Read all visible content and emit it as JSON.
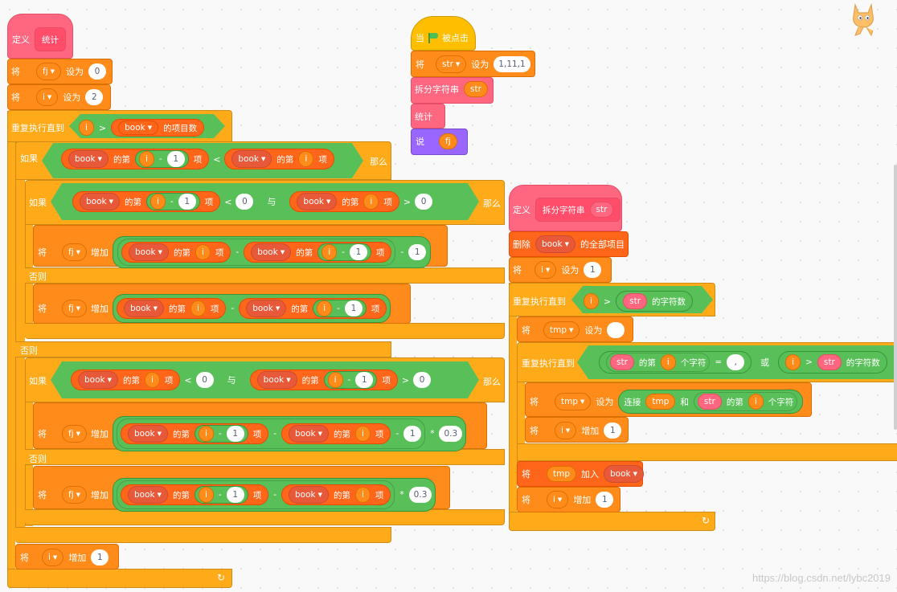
{
  "colors": {
    "events": "#ffbf00",
    "variables": "#ff8c1a",
    "custom": "#ff6680",
    "control": "#ffab19",
    "operators": "#59c059",
    "list": "#ff661a",
    "looks": "#9966ff"
  },
  "script_define_stat": {
    "define_label": "定义",
    "name": "统计",
    "set1": {
      "cmd": "将",
      "var": "fj",
      "to": "设为",
      "value": "0"
    },
    "set2": {
      "cmd": "将",
      "var": "i",
      "to": "设为",
      "value": "2"
    },
    "repeat_until": "重复执行直到",
    "gt": ">",
    "list": "book",
    "length_of": "的项目数",
    "if": "如果",
    "then": "那么",
    "else": "否则",
    "item_of": "的第",
    "item": "项",
    "minus": "-",
    "lt": "<",
    "and": "与",
    "one": "1",
    "zero": "0",
    "times": "*",
    "factor": "0.3",
    "change": "增加",
    "cmd": "将",
    "var_fj": "fj",
    "var_i": "i"
  },
  "script_flag": {
    "when": "当",
    "clicked": "被点击",
    "set_cmd": "将",
    "set_var": "str",
    "set_to": "设为",
    "set_value": "1,11,1",
    "split_call": "拆分字符串",
    "split_arg": "str",
    "stat_call": "统计",
    "say": "说",
    "say_arg": "fj"
  },
  "script_define_split": {
    "define_label": "定义",
    "name": "拆分字符串",
    "param": "str",
    "delete_cmd": "删除",
    "list": "book",
    "delete_all": "的全部项目",
    "set_cmd": "将",
    "var_i": "i",
    "set_to": "设为",
    "one": "1",
    "repeat_until": "重复执行直到",
    "gt": ">",
    "str": "str",
    "length_of": "的字符数",
    "var_tmp": "tmp",
    "empty": "",
    "letter_of": "的第",
    "letter": "个字符",
    "eq": "=",
    "comma": ",",
    "or": "或",
    "join": "连接",
    "and_join": "和",
    "change": "增加",
    "add": "加入"
  },
  "watermark": "https://blog.csdn.net/lybc2019"
}
